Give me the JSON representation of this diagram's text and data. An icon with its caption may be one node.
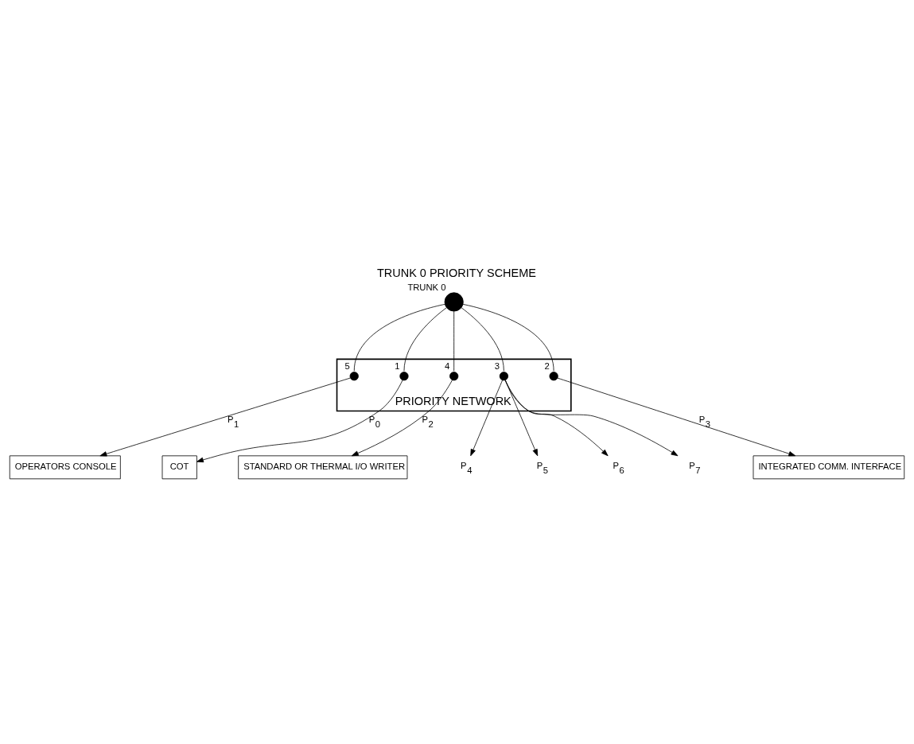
{
  "diagram": {
    "title": "TRUNK 0 PRIORITY SCHEME",
    "nodes": [
      {
        "text": [],
        "shape": "circle",
        "beside": [
          "TRUNK 0"
        ]
      },
      {
        "text": [
          "PRIORITY NETWORK"
        ]
      },
      {
        "text": [],
        "shape": "circle",
        "beside": [
          "5"
        ],
        "in": 1
      },
      {
        "text": [],
        "shape": "circle",
        "beside": [
          "1"
        ],
        "in": 1
      },
      {
        "text": [],
        "shape": "circle",
        "beside": [
          "4"
        ],
        "in": 1
      },
      {
        "text": [],
        "shape": "circle",
        "beside": [
          "3"
        ],
        "in": 1
      },
      {
        "text": [],
        "shape": "circle",
        "beside": [
          "2"
        ],
        "in": 1
      },
      {
        "text": [
          "OPERATORS CONSOLE"
        ]
      },
      {
        "text": [
          "COT"
        ]
      },
      {
        "text": [
          "STANDARD OR THERMAL I/O WRITER"
        ]
      },
      {
        "text": [
          "INTEGRATED COMM. INTERFACE"
        ]
      },
      {
        "text": [
          "P$_{4}$"
        ]
      },
      {
        "text": [
          "P$_{5}$"
        ]
      },
      {
        "text": [
          "P$_{6}$"
        ]
      },
      {
        "text": [
          "P$_{7}$"
        ]
      }
    ],
    "edges": [
      {
        "from": 0,
        "to": 2,
        "arrow": "none"
      },
      {
        "from": 0,
        "to": 3,
        "arrow": "none"
      },
      {
        "from": 0,
        "to": 4,
        "arrow": "none"
      },
      {
        "from": 0,
        "to": 5,
        "arrow": "none"
      },
      {
        "from": 0,
        "to": 6,
        "arrow": "none"
      },
      {
        "from": 2,
        "to": 7,
        "arrow": "to",
        "label": "P$_{1}$"
      },
      {
        "from": 3,
        "to": 8,
        "arrow": "to",
        "label": "P$_{0}$"
      },
      {
        "from": 4,
        "to": 9,
        "arrow": "to",
        "label": "P$_{2}$"
      },
      {
        "from": 6,
        "to": 10,
        "arrow": "to",
        "label": "P$_{3}$"
      },
      {
        "from": 5,
        "to": 11,
        "arrow": "to"
      },
      {
        "from": 5,
        "to": 12,
        "arrow": "to"
      },
      {
        "from": 5,
        "to": 13,
        "arrow": "to"
      },
      {
        "from": 5,
        "to": 14,
        "arrow": "to"
      }
    ]
  }
}
